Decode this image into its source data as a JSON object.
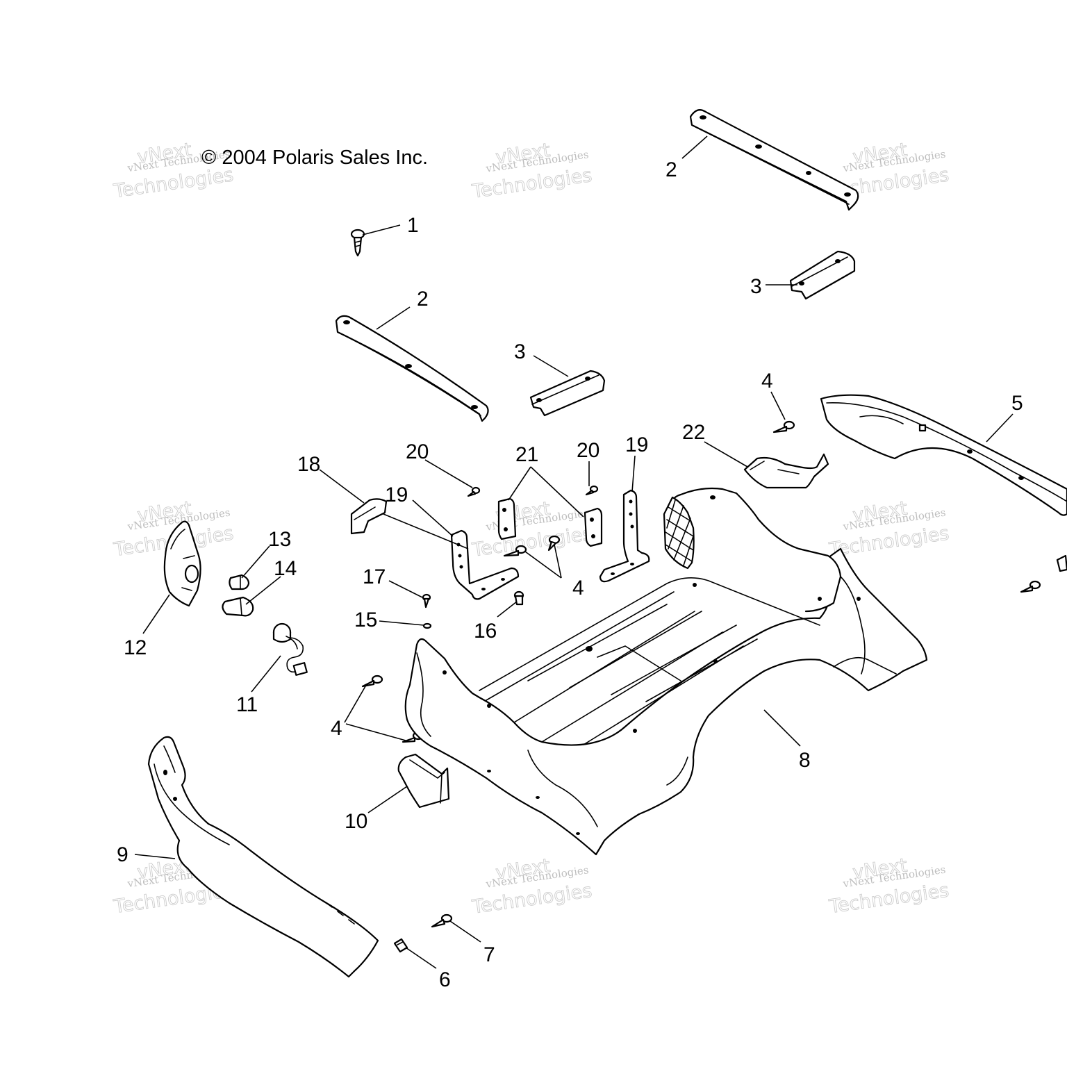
{
  "copyright": "© 2004 Polaris Sales Inc.",
  "watermark": {
    "brand": "vNext",
    "line1": "vNext Technologies",
    "line2": "Technologies"
  },
  "callouts": {
    "c1": "1",
    "c2a": "2",
    "c2b": "2",
    "c3a": "3",
    "c3b": "3",
    "c4a": "4",
    "c4b": "4",
    "c4c": "4",
    "c5": "5",
    "c6": "6",
    "c7": "7",
    "c8": "8",
    "c9": "9",
    "c10": "10",
    "c11": "11",
    "c12": "12",
    "c13": "13",
    "c14": "14",
    "c15": "15",
    "c16": "16",
    "c17": "17",
    "c18": "18",
    "c19a": "19",
    "c19b": "19",
    "c20a": "20",
    "c20b": "20",
    "c21": "21",
    "c22": "22"
  }
}
